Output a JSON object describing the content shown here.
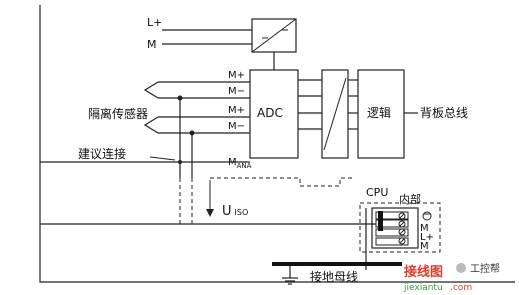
{
  "labels": {
    "l_plus": "L+",
    "m": "M",
    "m_plus_1": "M+",
    "m_minus_1": "M−",
    "m_plus_2": "M+",
    "m_minus_2": "M−",
    "m_ana_main": "M",
    "m_ana_sub": "ANA",
    "adc": "ADC",
    "logic": "逻辑",
    "backplane_bus": "背板总线",
    "isolated_sensor": "隔离传感器",
    "recommended_connection": "建议连接",
    "u_iso_main": "U",
    "u_iso_sub": "ISO",
    "cpu": "CPU",
    "internal": "内部",
    "cpu_m_1": "M",
    "cpu_l_plus": "L+",
    "cpu_m_2": "M",
    "ground_bus": "接地母线",
    "watermark_brand": "接线图",
    "watermark_site": "jiexiantu",
    "watermark_com": ".com",
    "watermark_source": "工控帮"
  },
  "colors": {
    "line": "#222222",
    "watermark_red": "#e03a2a",
    "watermark_green": "#3a9a3a"
  }
}
